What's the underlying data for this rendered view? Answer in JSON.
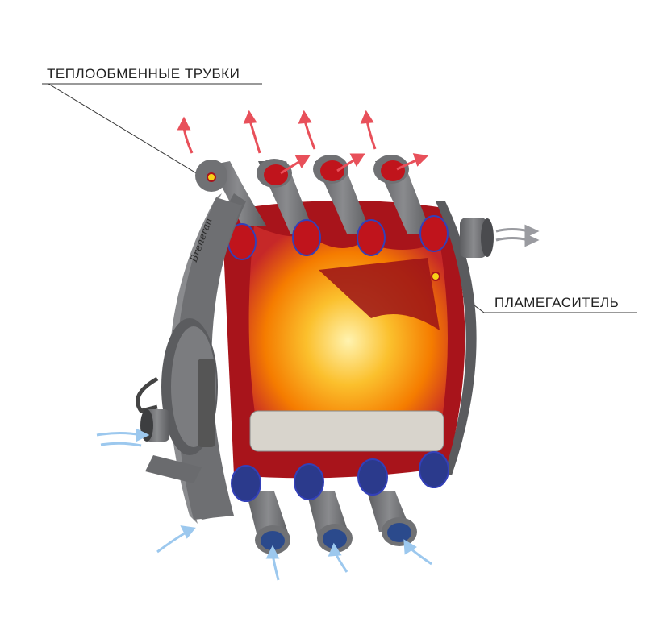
{
  "labels": {
    "heat_exchange_tubes": "ТЕПЛООБМЕННЫЕ ТРУБКИ",
    "flame_arrester": "ПЛАМЕГАСИТЕЛЬ"
  },
  "logo": {
    "text": "Breneran"
  },
  "colors": {
    "body": "#6e6f72",
    "chamber": "#a8141b",
    "tube_hot": "#c0141c",
    "tube_cold": "#2b3a8c",
    "hot_arrow": "#e8505a",
    "cold_arrow": "#9cc8ee",
    "flame": "#f7a21b"
  }
}
